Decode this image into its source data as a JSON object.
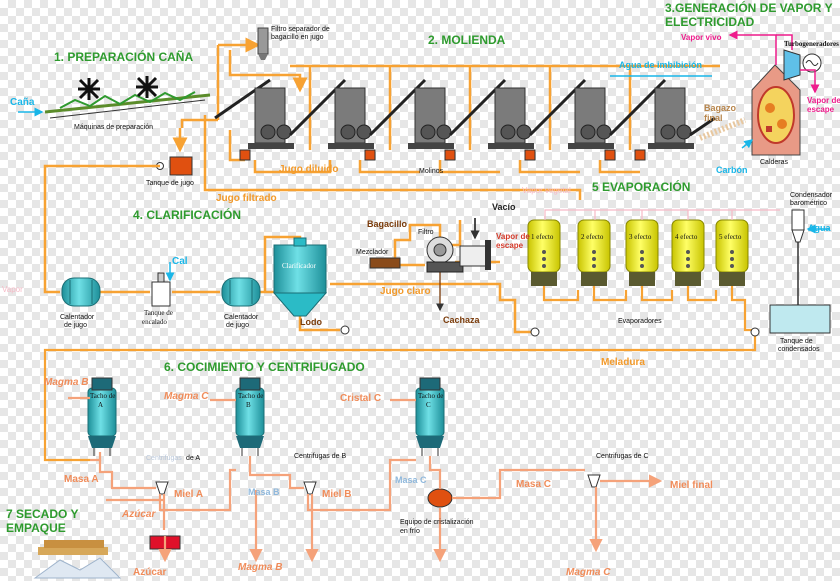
{
  "sections": {
    "preparacion": "1. PREPARACIÓN CAÑA",
    "molienda": "2. MOLIENDA",
    "generacion_1": "3.GENERACIÓN DE VAPOR Y",
    "generacion_2": "ELECTRICIDAD",
    "clarificacion": "4. CLARIFICACIÓN",
    "evaporacion": "5 EVAPORACIÓN",
    "cocimiento": "6. COCIMIENTO Y CENTRIFUGADO",
    "secado_1": "7 SECADO Y",
    "secado_2": "EMPAQUE"
  },
  "labels": {
    "cana": "Caña",
    "maquinas": "Máquinas de preparación",
    "filtro_separador_1": "Filtro separador de",
    "filtro_separador_2": "bagacillo en jugo",
    "tanque_jugo": "Tanque de jugo",
    "jugo_filtrado": "Jugo filtrado",
    "jugo_diluido": "Jugo diluido",
    "molinos": "Molinos",
    "agua_imbibicion": "Agua de imbibición",
    "vapor_vivo": "Vapor vivo",
    "turbogeneradores": "Turbogeneradores",
    "vapor_escape_gen_1": "Vapor de",
    "vapor_escape_gen_2": "escape",
    "bagazo_1": "Bagazo",
    "bagazo_2": "final",
    "calderas": "Calderas",
    "carbon": "Carbón",
    "vapor_vegetal": "Vapor vegetal",
    "condensador_1": "Condensador",
    "condensador_2": "barométrico",
    "agua": "Agua",
    "vacio": "Vacío",
    "bagacillo": "Bagacillo",
    "filtro": "Filtro",
    "mezclador": "Mezclador",
    "vapor_escape_evap_1": "Vapor de",
    "vapor_escape_evap_2": "escape",
    "cal": "Cal",
    "clarificador": "Clarificador",
    "vapor_left": "Vapor",
    "calentador_1a": "Calentador",
    "calentador_1b": "de jugo",
    "tanque_encalado_1": "Tanque de",
    "tanque_encalado_2": "encalado",
    "calentador_2a": "Calentador",
    "calentador_2b": "de jugo",
    "lodo": "Lodo",
    "jugo_claro": "Jugo claro",
    "cachaza": "Cachaza",
    "evaporadores": "Evaporadores",
    "tanque_cond_1": "Tanque de",
    "tanque_cond_2": "condensados",
    "meladura": "Meladura",
    "magma_b_top": "Magma B",
    "magma_c_top": "Magma C",
    "cristal_c": "Cristal C",
    "tacho_a_1": "Tacho de",
    "tacho_a_2": "A",
    "tacho_b_1": "Tacho de",
    "tacho_b_2": "B",
    "tacho_c_1": "Tacho de",
    "tacho_c_2": "C",
    "centrifugas_a_1": "Centrifugas",
    "centrifugas_a_2": "de A",
    "centrifugas_b": "Centrifugas de B",
    "centrifugas_c": "Centrifugas de C",
    "masa_a": "Masa A",
    "miel_a": "Miel A",
    "masa_b": "Masa B",
    "miel_b": "Miel B",
    "masa_c_label": "Masa C",
    "masa_c": "Masa C",
    "miel_final": "Miel final",
    "azucar_top": "Azúcar",
    "azucar_bottom": "Azúcar",
    "magma_b_bottom": "Magma B",
    "magma_c_bottom": "Magma C",
    "equipo_1": "Equipo de cristalización",
    "equipo_2": "en frío",
    "efecto_1": "1 efecto",
    "efecto_2": "2 efecto",
    "efecto_3": "3 efecto",
    "efecto_4": "4 efecto",
    "efecto_5": "5 efecto"
  },
  "colors": {
    "juice_line": "#f7a233",
    "molasses_line": "#f5a27a",
    "vessel_cyan": "#2bbbc6",
    "evaporator_yellow": "#f2f000",
    "steam_pink": "#ee1c8c",
    "water_cyan": "#19b6e8"
  }
}
